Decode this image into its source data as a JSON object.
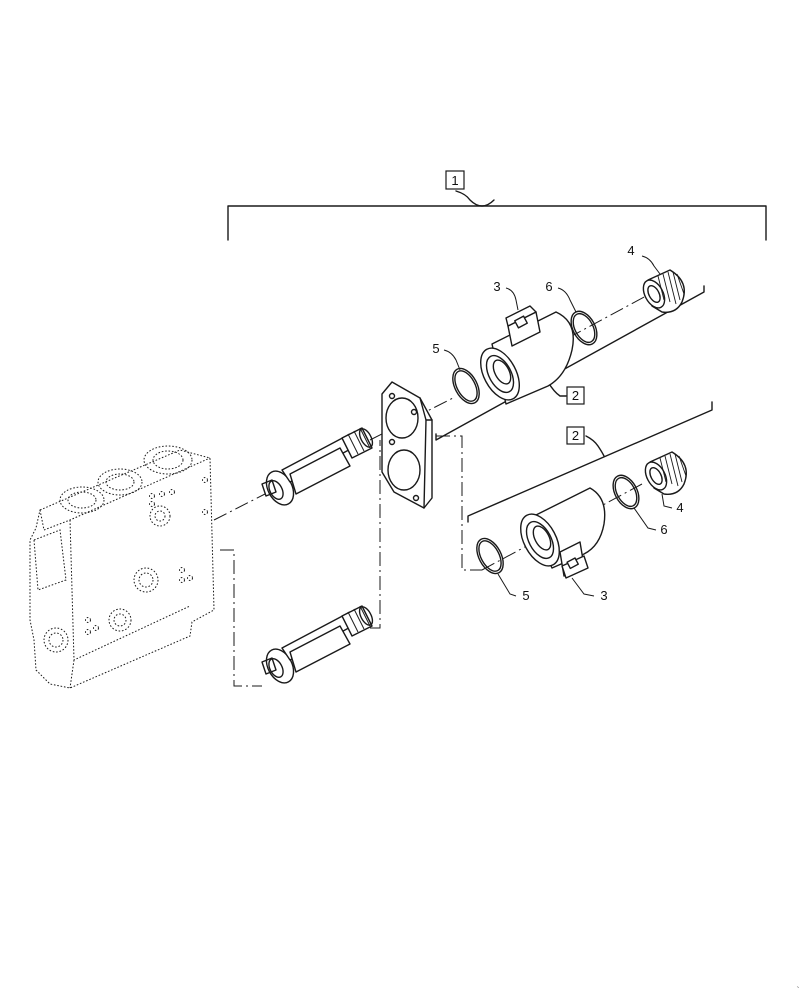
{
  "callouts": {
    "assembly": "1",
    "sub_upper": "2",
    "sub_lower": "2",
    "coil_upper": "3",
    "coil_lower": "3",
    "nut_upper": "4",
    "nut_lower": "4",
    "oring_front_upper": "5",
    "oring_front_lower": "5",
    "oring_rear_upper": "6",
    "oring_rear_lower": "6"
  },
  "corner_mark": "`"
}
